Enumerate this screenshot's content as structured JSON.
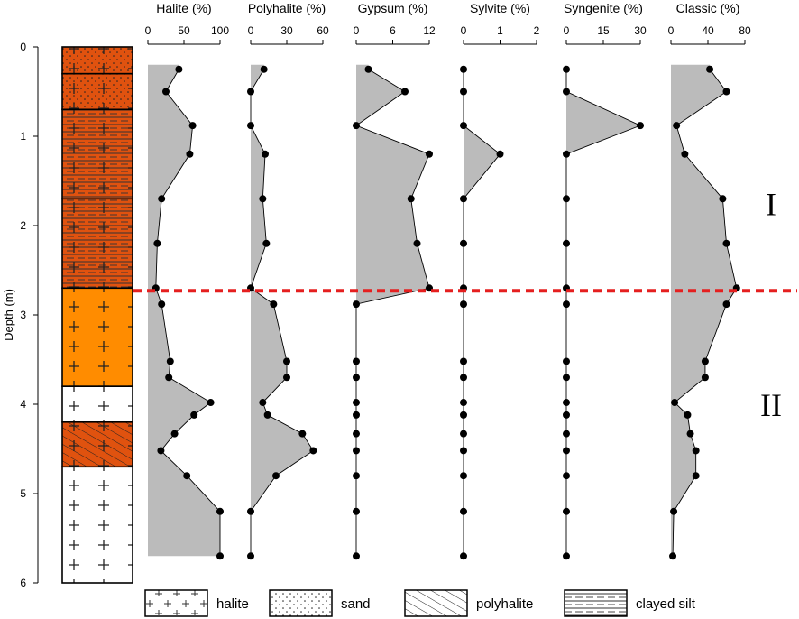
{
  "chart_data": {
    "type": "area",
    "ylabel": "Depth (m)",
    "ylim": [
      0,
      6
    ],
    "y_ticks": [
      0,
      1,
      2,
      3,
      4,
      5,
      6
    ],
    "grid": false,
    "legend_placement": "bottom",
    "fill_color": "#bbbbbb",
    "boundary": {
      "depth": 2.73,
      "color": "#e51f1f",
      "style": "dashed"
    },
    "zones": [
      {
        "label": "I",
        "depth": 1.75
      },
      {
        "label": "II",
        "depth": 4.0
      }
    ],
    "series": [
      {
        "name": "Halite (%)",
        "xlim": [
          0,
          100
        ],
        "ticks": [
          0,
          50,
          100
        ],
        "points": [
          [
            43,
            0.25
          ],
          [
            25,
            0.5
          ],
          [
            62,
            0.88
          ],
          [
            58,
            1.2
          ],
          [
            19,
            1.7
          ],
          [
            13,
            2.2
          ],
          [
            11,
            2.7
          ],
          [
            19,
            2.88
          ],
          [
            31,
            3.52
          ],
          [
            29,
            3.7
          ],
          [
            87,
            3.98
          ],
          [
            64,
            4.12
          ],
          [
            37,
            4.33
          ],
          [
            18,
            4.52
          ],
          [
            54,
            4.8
          ],
          [
            100,
            5.2
          ],
          [
            100,
            5.7
          ]
        ],
        "fill_top": 0.2,
        "fill_bottom": 5.7
      },
      {
        "name": "Polyhalite (%)",
        "xlim": [
          0,
          60
        ],
        "ticks": [
          0,
          30,
          60
        ],
        "points": [
          [
            11,
            0.25
          ],
          [
            0,
            0.5
          ],
          [
            0,
            0.88
          ],
          [
            12,
            1.2
          ],
          [
            10,
            1.7
          ],
          [
            13,
            2.2
          ],
          [
            0,
            2.7
          ],
          [
            19,
            2.88
          ],
          [
            30,
            3.52
          ],
          [
            30,
            3.7
          ],
          [
            10,
            3.98
          ],
          [
            14,
            4.12
          ],
          [
            43,
            4.33
          ],
          [
            52,
            4.52
          ],
          [
            21,
            4.8
          ],
          [
            0,
            5.2
          ],
          [
            0,
            5.7
          ]
        ],
        "fill_top": 0.2,
        "fill_bottom": 5.7
      },
      {
        "name": "Gypsum (%)",
        "xlim": [
          0,
          12
        ],
        "ticks": [
          0,
          6,
          12
        ],
        "points": [
          [
            2,
            0.25
          ],
          [
            8,
            0.5
          ],
          [
            0,
            0.88
          ],
          [
            12,
            1.2
          ],
          [
            9,
            1.7
          ],
          [
            10,
            2.2
          ],
          [
            12,
            2.7
          ],
          [
            0,
            2.88
          ],
          [
            0,
            3.52
          ],
          [
            0,
            3.7
          ],
          [
            0,
            3.98
          ],
          [
            0,
            4.12
          ],
          [
            0,
            4.33
          ],
          [
            0,
            4.52
          ],
          [
            0,
            4.8
          ],
          [
            0,
            5.2
          ],
          [
            0,
            5.7
          ]
        ],
        "fill_top": 0.2,
        "fill_bottom": 2.88
      },
      {
        "name": "Sylvite (%)",
        "xlim": [
          0,
          2
        ],
        "ticks": [
          0,
          1,
          2
        ],
        "points": [
          [
            0,
            0.25
          ],
          [
            0,
            0.5
          ],
          [
            0,
            0.88
          ],
          [
            1,
            1.2
          ],
          [
            0,
            1.7
          ],
          [
            0,
            2.2
          ],
          [
            0,
            2.7
          ],
          [
            0,
            2.88
          ],
          [
            0,
            3.52
          ],
          [
            0,
            3.7
          ],
          [
            0,
            3.98
          ],
          [
            0,
            4.12
          ],
          [
            0,
            4.33
          ],
          [
            0,
            4.52
          ],
          [
            0,
            4.8
          ],
          [
            0,
            5.2
          ],
          [
            0,
            5.7
          ]
        ],
        "fill_top": 0.88,
        "fill_bottom": 1.7
      },
      {
        "name": "Syngenite (%)",
        "xlim": [
          0,
          30
        ],
        "ticks": [
          0,
          15,
          30
        ],
        "points": [
          [
            0,
            0.25
          ],
          [
            0,
            0.5
          ],
          [
            30,
            0.88
          ],
          [
            0,
            1.2
          ],
          [
            0,
            1.7
          ],
          [
            0,
            2.2
          ],
          [
            0,
            2.7
          ],
          [
            0,
            2.88
          ],
          [
            0,
            3.52
          ],
          [
            0,
            3.7
          ],
          [
            0,
            3.98
          ],
          [
            0,
            4.12
          ],
          [
            0,
            4.33
          ],
          [
            0,
            4.52
          ],
          [
            0,
            4.8
          ],
          [
            0,
            5.2
          ],
          [
            0,
            5.7
          ]
        ],
        "fill_top": 0.5,
        "fill_bottom": 1.2
      },
      {
        "name": "Classic (%)",
        "xlim": [
          0,
          80
        ],
        "ticks": [
          0,
          40,
          80
        ],
        "points": [
          [
            42,
            0.25
          ],
          [
            60,
            0.5
          ],
          [
            6,
            0.88
          ],
          [
            15,
            1.2
          ],
          [
            56,
            1.7
          ],
          [
            60,
            2.2
          ],
          [
            71,
            2.7
          ],
          [
            60,
            2.88
          ],
          [
            37,
            3.52
          ],
          [
            37,
            3.7
          ],
          [
            4,
            3.98
          ],
          [
            18,
            4.12
          ],
          [
            21,
            4.33
          ],
          [
            27,
            4.52
          ],
          [
            27,
            4.8
          ],
          [
            3,
            5.2
          ],
          [
            2,
            5.7
          ]
        ],
        "fill_top": 0.2,
        "fill_bottom": 5.7
      }
    ],
    "lithology_column": [
      {
        "top": 0.0,
        "bottom": 0.3,
        "pattern": "halite-dots",
        "color": "#e0520f"
      },
      {
        "top": 0.3,
        "bottom": 0.7,
        "pattern": "halite-dots",
        "color": "#e0520f"
      },
      {
        "top": 0.7,
        "bottom": 1.7,
        "pattern": "halite-silt",
        "color": "#e0520f"
      },
      {
        "top": 1.7,
        "bottom": 2.7,
        "pattern": "halite-silt",
        "color": "#e0520f"
      },
      {
        "top": 2.7,
        "bottom": 3.8,
        "pattern": "halite",
        "color": "#ff8c00"
      },
      {
        "top": 3.8,
        "bottom": 4.2,
        "pattern": "halite",
        "color": "#ffffff"
      },
      {
        "top": 4.2,
        "bottom": 4.7,
        "pattern": "halite-polyhalite",
        "color": "#e0520f"
      },
      {
        "top": 4.7,
        "bottom": 6.0,
        "pattern": "halite",
        "color": "#ffffff"
      }
    ],
    "legend": [
      {
        "label": "halite",
        "pattern": "halite"
      },
      {
        "label": "sand",
        "pattern": "sand"
      },
      {
        "label": "polyhalite",
        "pattern": "polyhalite"
      },
      {
        "label": "clayed silt",
        "pattern": "silt"
      }
    ]
  }
}
